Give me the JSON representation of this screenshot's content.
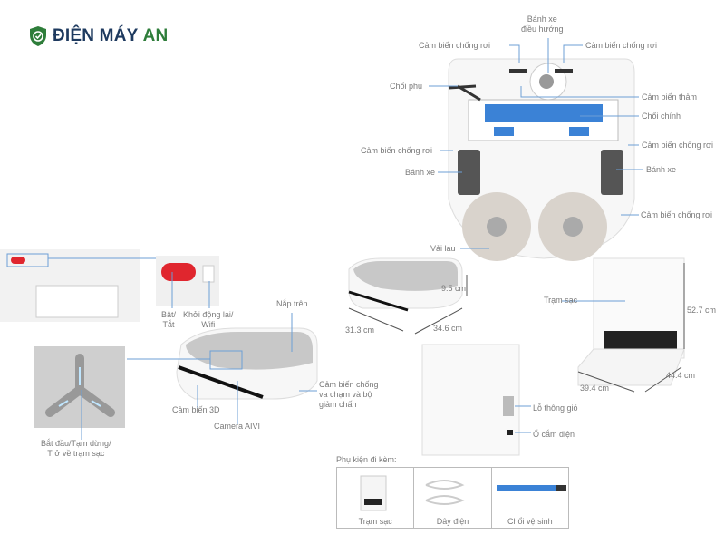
{
  "brand": {
    "name_part1": "ĐIỆN MÁY",
    "name_part2": "AN",
    "icon": "shield-check-icon",
    "colors": {
      "shield": "#2e7d3a",
      "text": "#1e3a5f"
    }
  },
  "bottom_view": {
    "labels": {
      "nav_wheel": "Bánh xe\nđiều hướng",
      "cliff_top_left": "Cảm biến chống rơi",
      "cliff_top_right": "Cảm biến chống rơi",
      "side_brush": "Chổi phụ",
      "carpet_sensor": "Cảm biến thảm",
      "main_brush": "Chổi chính",
      "cliff_mid_left": "Cảm biến chống rơi",
      "cliff_mid_right": "Cảm biến chống rơi",
      "wheel_left": "Bánh xe",
      "wheel_right": "Bánh xe",
      "cliff_bottom_right": "Cảm biến chống rơi",
      "mop": "Vải lau"
    }
  },
  "top_view": {
    "labels": {
      "power": "Bật/\nTắt",
      "reset_wifi": "Khởi động lại/\nWifi",
      "top_cover": "Nắp trên",
      "bumper": "Cảm biến chống\nva chạm và bộ\ngiảm chấn",
      "sensor_3d": "Cảm biến 3D",
      "camera": "Camera AIVI",
      "start_button": "Bắt đầu/Tạm dừng/\nTrở về trạm sạc"
    }
  },
  "dimensions": {
    "robot_height": "9.5 cm",
    "robot_width": "31.3 cm",
    "robot_depth": "34.6 cm",
    "station_label": "Trạm sạc",
    "station_height": "52.7 cm",
    "station_width": "39.4 cm",
    "station_depth": "44.4 cm"
  },
  "station_back": {
    "vent": "Lỗ thông gió",
    "power_socket": "Ổ cắm điện"
  },
  "accessories": {
    "title": "Phụ kiện đi kèm:",
    "items": [
      "Trạm sạc",
      "Dây điện",
      "Chổi vệ sinh"
    ]
  },
  "colors": {
    "callout": "#6c9fd6",
    "accent_red": "#e0262e",
    "brush_blue": "#3b82d6"
  }
}
